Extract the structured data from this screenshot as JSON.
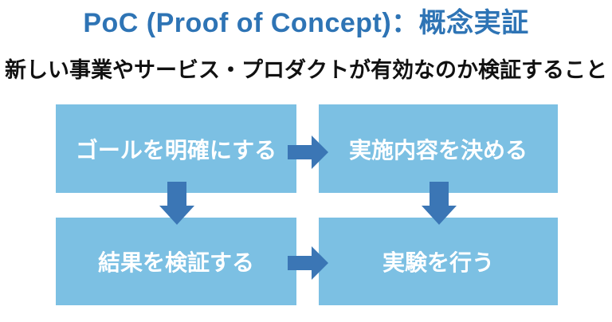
{
  "title": {
    "text": "PoC (Proof of Concept)：概念実証",
    "color": "#2E74B5"
  },
  "subtitle": {
    "text": "新しい事業やサービス・プロダクトが有効なのか検証すること",
    "color": "#111111"
  },
  "flow": {
    "box_fill": "#7CC0E3",
    "box_text_color": "#FFFFFF",
    "arrow_color": "#3B76B5",
    "boxes": [
      {
        "id": "goal",
        "label": "ゴールを明確にする",
        "row": 0,
        "col": 0
      },
      {
        "id": "plan",
        "label": "実施内容を決める",
        "row": 0,
        "col": 1
      },
      {
        "id": "verify",
        "label": "結果を検証する",
        "row": 1,
        "col": 0
      },
      {
        "id": "experiment",
        "label": "実験を行う",
        "row": 1,
        "col": 1
      }
    ],
    "arrows": [
      {
        "from": "goal",
        "to": "plan",
        "direction": "right"
      },
      {
        "from": "goal",
        "to": "verify",
        "direction": "down"
      },
      {
        "from": "plan",
        "to": "experiment",
        "direction": "down"
      },
      {
        "from": "verify",
        "to": "experiment",
        "direction": "right"
      }
    ]
  }
}
